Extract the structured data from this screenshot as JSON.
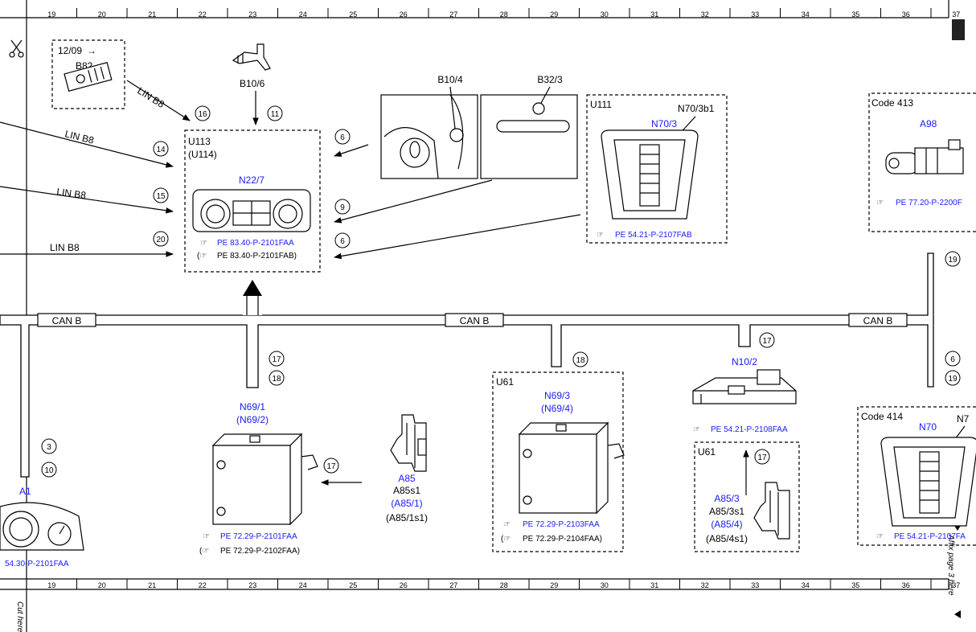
{
  "grid": {
    "top_columns": [
      "19",
      "20",
      "21",
      "22",
      "23",
      "24",
      "25",
      "26",
      "27",
      "28",
      "29",
      "30",
      "31",
      "32",
      "33",
      "34",
      "35",
      "36",
      "37"
    ],
    "bottom_columns": [
      "19",
      "20",
      "21",
      "22",
      "23",
      "24",
      "25",
      "26",
      "27",
      "28",
      "29",
      "30",
      "31",
      "32",
      "33",
      "34",
      "35",
      "36",
      "37"
    ]
  },
  "margin": {
    "cut_here": "Cut here",
    "affix_page": "Affix page 3 here"
  },
  "bus": {
    "label": "CAN B"
  },
  "lin": {
    "label": "LIN B8"
  },
  "circles": {
    "c16": "16",
    "c11": "11",
    "c14": "14",
    "c15": "15",
    "c20": "20",
    "c6a": "6",
    "c9": "9",
    "c6b": "6",
    "c19a": "19",
    "c17a": "17",
    "c18a": "18",
    "c18b": "18",
    "c17b": "17",
    "c6c": "6",
    "c19b": "19",
    "c3": "3",
    "c10": "10",
    "c17c": "17",
    "c17d": "17"
  },
  "components": {
    "b82_date": "12/09",
    "b82": "B82",
    "b10_6": "B10/6",
    "b10_4": "B10/4",
    "b32_3": "B32/3",
    "u113": "U113",
    "u114": "(U114)",
    "n22_7": "N22/7",
    "n22_7_ref1": "PE 83.40-P-2101FAA",
    "n22_7_ref2": "PE 83.40-P-2101FAB)",
    "u111": "U111",
    "n70_3b1": "N70/3b1",
    "n70_3": "N70/3",
    "n70_3_ref": "PE 54.21-P-2107FAB",
    "code413": "Code 413",
    "a98": "A98",
    "a98_ref": "PE 77.20-P-2200F",
    "n69_1": "N69/1",
    "n69_2": "(N69/2)",
    "n69_1_ref1": "PE 72.29-P-2101FAA",
    "n69_1_ref2": "PE 72.29-P-2102FAA)",
    "a85": "A85",
    "a85s1": "A85s1",
    "a85_1": "(A85/1)",
    "a85_1s1": "(A85/1s1)",
    "u61a": "U61",
    "n69_3": "N69/3",
    "n69_4": "(N69/4)",
    "n69_3_ref1": "PE 72.29-P-2103FAA",
    "n69_3_ref2": "PE 72.29-P-2104FAA)",
    "n10_2": "N10/2",
    "n10_2_ref": "PE 54.21-P-2108FAA",
    "u61b": "U61",
    "a85_3": "A85/3",
    "a85_3s1": "A85/3s1",
    "a85_4": "(A85/4)",
    "a85_4s1": "(A85/4s1)",
    "code414": "Code 414",
    "n70": "N70",
    "n7_cut": "N7",
    "n70_ref": "PE 54.21-P-2107FA",
    "a1": "A1",
    "a1_ref": "54.30-P-2101FAA"
  },
  "colors": {
    "line": "#000000",
    "component_label": "#1a1aff"
  }
}
